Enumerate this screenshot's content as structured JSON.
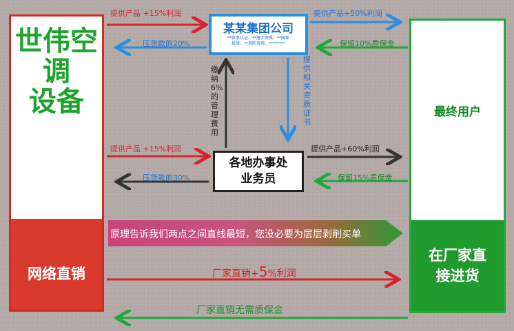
{
  "left": {
    "title_lines": [
      "世伟空调",
      "设备"
    ],
    "bottom_label": "网络直销"
  },
  "right": {
    "title": "最终用户",
    "bottom_label_lines": [
      "在厂家直",
      "接进货"
    ]
  },
  "company": {
    "name": "某某集团公司",
    "note_line1": "**体系认证、**施工资质、**国家",
    "note_line2": "校验、**消防资质、********"
  },
  "office": {
    "line1": "各地办事处",
    "line2": "业务员"
  },
  "labels": {
    "top_left_supply": "提供产品 +15%利润",
    "top_left_payment": "压货款的20%",
    "top_right_supply": "提供产品+50%利润",
    "top_right_deposit": "保留10%质保金",
    "mid_left_supply": "提供产品 +15%利润",
    "mid_left_payment": "压货款的30%",
    "mid_right_supply": "提供产品+60%利润",
    "mid_right_deposit": "保留15%质保金",
    "management_fee": "缴纳6%的管理费用",
    "certificates": "提供相关资质证书",
    "principle": "原理告诉我们两点之间直线最短，您没必要为层层剥削买单",
    "direct_prefix": "厂家直销+",
    "direct_big": "5",
    "direct_suffix": "%利润",
    "no_deposit": "厂家直销无需质保金"
  },
  "colors": {
    "red": "#d6252a",
    "blue": "#2b8fe0",
    "green": "#21a83a",
    "dark": "#222222"
  }
}
